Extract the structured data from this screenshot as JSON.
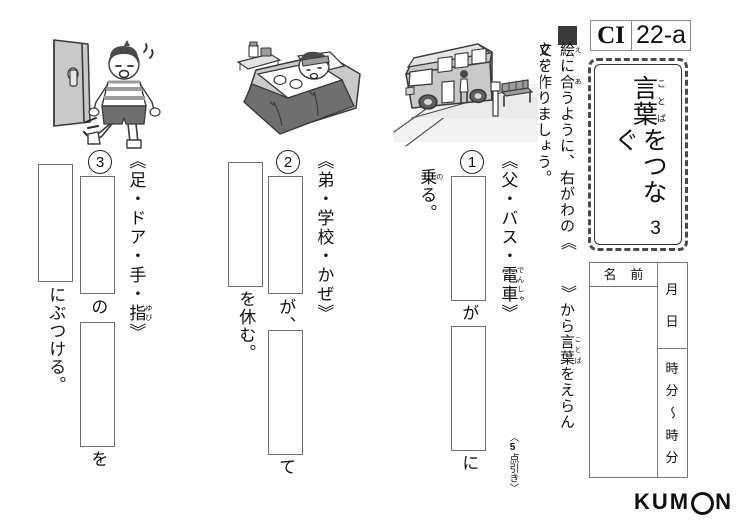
{
  "header": {
    "marker_icon": "filled-square",
    "code_left": "CI",
    "code_right": "22-a"
  },
  "title_box": {
    "main_text": "言葉をつなぐ",
    "kanji_base": "言葉",
    "furigana": "ことば",
    "rest": "をつなぐ",
    "number": "3"
  },
  "name_box": {
    "name_label_1": "名",
    "name_label_2": "前",
    "month_label": "月",
    "day_label": "日",
    "hour_label_1": "時",
    "minute_label_1": "分",
    "tilde": "〜",
    "hour_label_2": "時",
    "minute_label_2": "分"
  },
  "instruction": {
    "line1_kanji": "絵",
    "line1_furigana": "え",
    "line1_rest": "に",
    "line1_kanji2": "合",
    "line1_furigana2": "あ",
    "full_text": "絵に合うように、右がわの《　》から言葉をえらんで、文を作りましょう。",
    "segment_a": "絵に合うように、右がわの",
    "bracket_open": "《",
    "bracket_close": "》",
    "segment_b_kanji": "言葉",
    "segment_b_furigana": "ことば",
    "segment_b": "からをえらんで、文を作りましょう。",
    "segment_c": "から",
    "segment_d": "をえらんで、",
    "segment_e": "文を作りましょう。"
  },
  "score_note": {
    "prefix": "〈",
    "points": "5",
    "text": "点引き",
    "suffix": "〉"
  },
  "logo": {
    "part1": "KUM",
    "circle_icon": "kumon-circle-o",
    "part2": "N"
  },
  "problems": [
    {
      "number": "①",
      "illustration_name": "bus-at-bus-stop-illustration",
      "choices_open": "《",
      "choices_close": "》",
      "choices": [
        "父",
        "バス",
        "電車"
      ],
      "choice_furigana": [
        "",
        "",
        "でんしゃ"
      ],
      "separator": "・",
      "answer_boxes": 2,
      "particles": [
        "が",
        "に"
      ],
      "ending_kanji": "乗",
      "ending_furigana": "の",
      "ending_text": "る。"
    },
    {
      "number": "②",
      "illustration_name": "sick-child-in-bed-illustration",
      "choices_open": "《",
      "choices_close": "》",
      "choices": [
        "弟",
        "学校",
        "かぜ"
      ],
      "choice_furigana": [
        "",
        "",
        ""
      ],
      "separator": "・",
      "answer_boxes": 3,
      "particles": [
        "が、",
        "て"
      ],
      "ending_text": "を休む。"
    },
    {
      "number": "③",
      "illustration_name": "boy-stubbing-toe-on-door-illustration",
      "choices_open": "《",
      "choices_close": "》",
      "choices": [
        "足",
        "ドア",
        "手",
        "指"
      ],
      "choice_furigana": [
        "",
        "",
        "",
        "ゆび"
      ],
      "separator": "・",
      "answer_boxes": 3,
      "particles": [
        "の",
        "を"
      ],
      "ending_text": "にぶつける。"
    }
  ]
}
